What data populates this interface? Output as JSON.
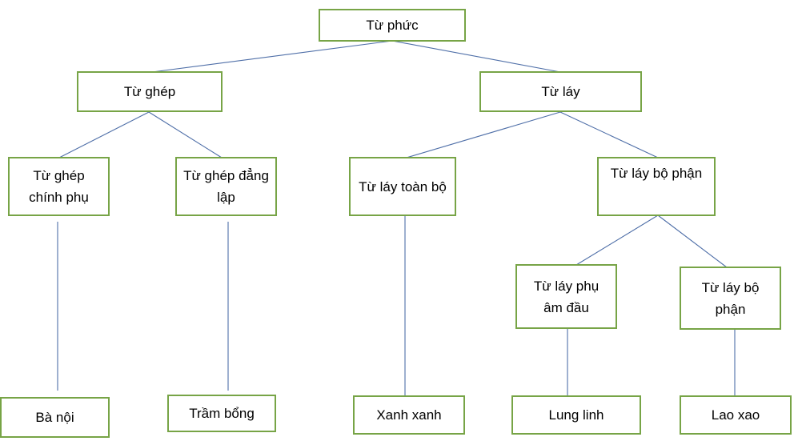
{
  "nodes": {
    "root": "Từ phức",
    "compound": "Từ ghép",
    "reduplicative": "Từ láy",
    "compound_subordinate": "Từ ghép chính phụ",
    "compound_coordinate": "Từ ghép đẳng lập",
    "redup_full": "Từ láy toàn bộ",
    "redup_partial": "Từ láy bộ phận",
    "redup_initial": "Từ láy phụ âm đầu",
    "redup_partial_rhyme": "Từ láy bộ phận",
    "ex_ba_noi": "Bà nội",
    "ex_tram_bong": "Trầm bổng",
    "ex_xanh_xanh": "Xanh xanh",
    "ex_lung_linh": "Lung linh",
    "ex_lao_xao": "Lao xao"
  },
  "colors": {
    "box_border": "#77a446",
    "connector": "#4f6fa8"
  }
}
